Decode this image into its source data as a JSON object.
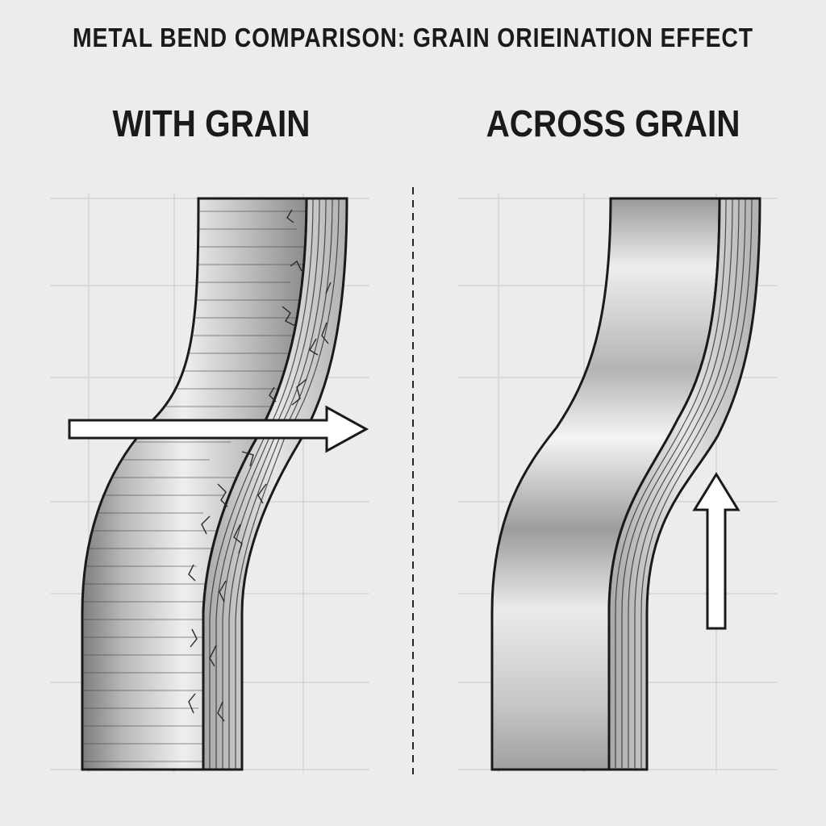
{
  "title": "METAL BEND COMPARISON: GRAIN ORIEINATION EFFECT",
  "panels": {
    "left": {
      "label": "WITH GRAIN",
      "grain_lines": "horizontal",
      "cracks_shown": true,
      "arrow_direction": "right"
    },
    "right": {
      "label": "ACROSS GRAIN",
      "grain_lines": "vertical",
      "cracks_shown": false,
      "arrow_direction": "up"
    }
  },
  "colors": {
    "background": "#ececec",
    "grid": "#d4d4d4",
    "metal_dark": "#8a8a8a",
    "metal_light": "#f4f4f4",
    "outline": "#1a1a1a",
    "arrow_fill": "#ffffff"
  }
}
